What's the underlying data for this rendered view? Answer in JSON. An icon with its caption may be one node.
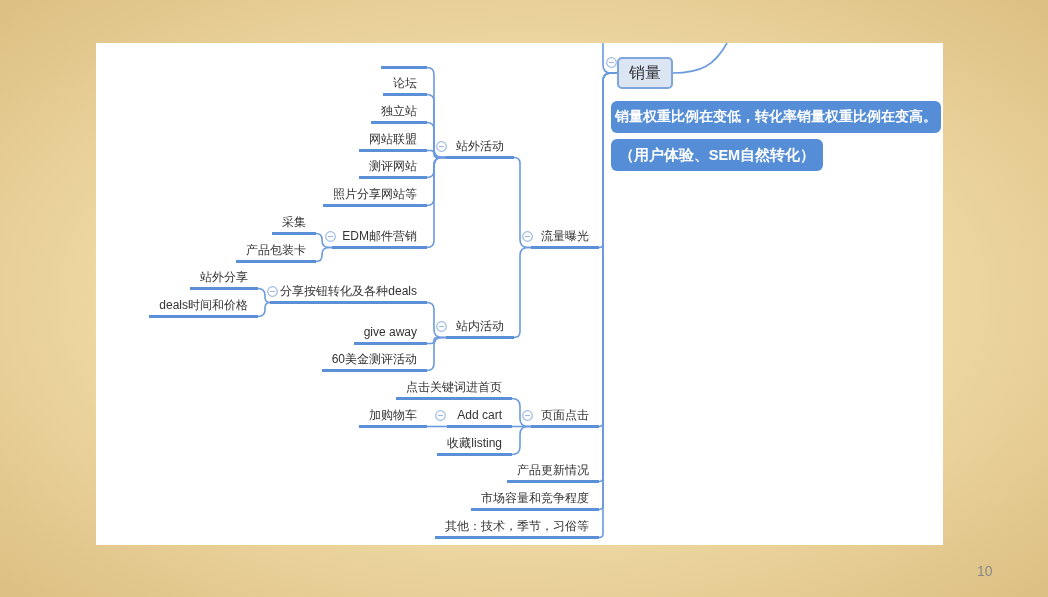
{
  "diagram": {
    "nodes": [
      {
        "text": [
          "销量"
        ]
      },
      {
        "text": [
          "销量权重比例在变低，转化率销量权重比例在变高。"
        ]
      },
      {
        "text": [
          "（用户体验、SEM自然转化）"
        ]
      },
      {
        "text": [],
        "shape": "bar"
      },
      {
        "text": [
          "论坛"
        ]
      },
      {
        "text": [
          "独立站"
        ]
      },
      {
        "text": [
          "网站联盟"
        ]
      },
      {
        "text": [
          "测评网站"
        ]
      },
      {
        "text": [
          "照片分享网站等"
        ]
      },
      {
        "text": [
          "站外活动"
        ]
      },
      {
        "text": [
          "采集"
        ]
      },
      {
        "text": [
          "产品包装卡"
        ]
      },
      {
        "text": [
          "EDM邮件营销"
        ]
      },
      {
        "text": [
          "流量曝光"
        ]
      },
      {
        "text": [
          "站外分享"
        ]
      },
      {
        "text": [
          "deals时间和价格"
        ]
      },
      {
        "text": [
          "分享按钮转化及各种deals"
        ]
      },
      {
        "text": [
          "站内活动"
        ]
      },
      {
        "text": [
          "give away"
        ]
      },
      {
        "text": [
          "60美金测评活动"
        ]
      },
      {
        "text": [
          "点击关键词进首页"
        ]
      },
      {
        "text": [
          "加购物车"
        ]
      },
      {
        "text": [
          "Add cart"
        ]
      },
      {
        "text": [
          "页面点击"
        ]
      },
      {
        "text": [
          "收藏listing"
        ]
      },
      {
        "text": [
          "产品更新情况"
        ]
      },
      {
        "text": [
          "市场容量和竞争程度"
        ]
      },
      {
        "text": [
          "其他：技术，季节，习俗等"
        ]
      }
    ],
    "edges": [
      {
        "from": null,
        "to": 0,
        "arrow": "none"
      },
      {
        "from": 0,
        "to": null,
        "arrow": "none"
      },
      {
        "from": 0,
        "to": 13,
        "arrow": "none"
      },
      {
        "from": 0,
        "to": 23,
        "arrow": "none"
      },
      {
        "from": 0,
        "to": 25,
        "arrow": "none"
      },
      {
        "from": 0,
        "to": 26,
        "arrow": "none"
      },
      {
        "from": 0,
        "to": 27,
        "arrow": "none"
      },
      {
        "from": 13,
        "to": 9,
        "arrow": "none"
      },
      {
        "from": 13,
        "to": 17,
        "arrow": "none"
      },
      {
        "from": 9,
        "to": 3,
        "arrow": "none"
      },
      {
        "from": 9,
        "to": 4,
        "arrow": "none"
      },
      {
        "from": 9,
        "to": 5,
        "arrow": "none"
      },
      {
        "from": 9,
        "to": 6,
        "arrow": "none"
      },
      {
        "from": 9,
        "to": 7,
        "arrow": "none"
      },
      {
        "from": 9,
        "to": 8,
        "arrow": "none"
      },
      {
        "from": 9,
        "to": 12,
        "arrow": "none"
      },
      {
        "from": 12,
        "to": 10,
        "arrow": "none"
      },
      {
        "from": 12,
        "to": 11,
        "arrow": "none"
      },
      {
        "from": 17,
        "to": 16,
        "arrow": "none"
      },
      {
        "from": 17,
        "to": 18,
        "arrow": "none"
      },
      {
        "from": 17,
        "to": 19,
        "arrow": "none"
      },
      {
        "from": 16,
        "to": 14,
        "arrow": "none"
      },
      {
        "from": 16,
        "to": 15,
        "arrow": "none"
      },
      {
        "from": 23,
        "to": 20,
        "arrow": "none"
      },
      {
        "from": 23,
        "to": 22,
        "arrow": "none"
      },
      {
        "from": 23,
        "to": 24,
        "arrow": "none"
      },
      {
        "from": 22,
        "to": 21,
        "arrow": "none"
      }
    ],
    "labels": [
      "10"
    ]
  }
}
